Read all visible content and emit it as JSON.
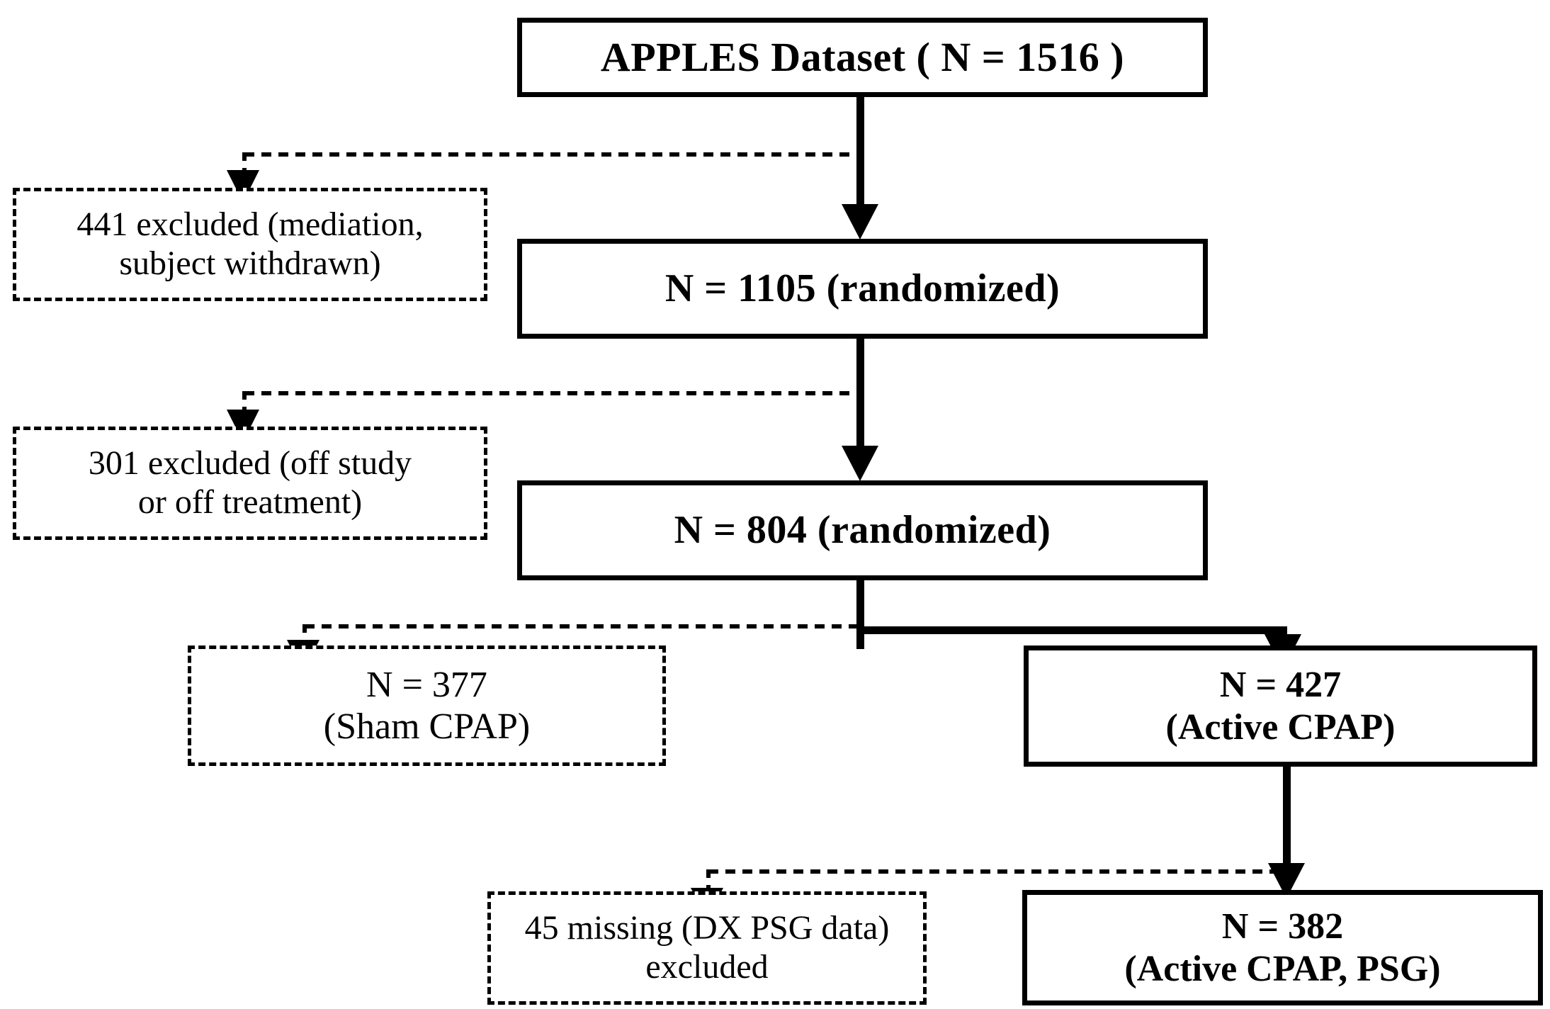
{
  "diagram": {
    "title": "APPLES Dataset participant flow",
    "type": "flowchart",
    "colors": {
      "background": "#ffffff",
      "stroke": "#000000",
      "text": "#000000"
    },
    "nodes": {
      "dataset": {
        "id": "dataset",
        "border": "solid",
        "emphasis": "bold",
        "line1": "APPLES Dataset ( N = 1516 )",
        "count": 1516
      },
      "excluded_441": {
        "id": "excluded-441",
        "border": "dashed",
        "emphasis": "normal",
        "line1": "441 excluded (mediation,",
        "line2": "subject withdrawn)",
        "count": 441
      },
      "randomized_1105": {
        "id": "randomized-1105",
        "border": "solid",
        "emphasis": "bold",
        "line1": "N = 1105 (randomized)",
        "count": 1105
      },
      "excluded_301": {
        "id": "excluded-301",
        "border": "dashed",
        "emphasis": "normal",
        "line1": "301 excluded (off study",
        "line2": "or off treatment)",
        "count": 301
      },
      "randomized_804": {
        "id": "randomized-804",
        "border": "solid",
        "emphasis": "bold",
        "line1": "N = 804 (randomized)",
        "count": 804
      },
      "sham_cpap": {
        "id": "sham-cpap",
        "border": "dashed",
        "emphasis": "normal",
        "line1": "N = 377",
        "line2": "(Sham CPAP)",
        "count": 377
      },
      "active_cpap": {
        "id": "active-cpap",
        "border": "solid",
        "emphasis": "bold",
        "line1": "N = 427",
        "line2": "(Active CPAP)",
        "count": 427
      },
      "missing_45": {
        "id": "missing-45",
        "border": "dashed",
        "emphasis": "normal",
        "line1": "45 missing (DX PSG data)",
        "line2": "excluded",
        "count": 45
      },
      "active_cpap_psg": {
        "id": "active-cpap-psg",
        "border": "solid",
        "emphasis": "bold",
        "line1": "N = 382",
        "line2": "(Active CPAP, PSG)",
        "count": 382
      }
    },
    "edges": [
      {
        "from": "dataset",
        "to": "randomized_1105",
        "style": "solid",
        "arrow": "filled-triangle"
      },
      {
        "from": "dataset",
        "to": "excluded_441",
        "style": "dashed",
        "arrow": "filled-triangle"
      },
      {
        "from": "randomized_1105",
        "to": "randomized_804",
        "style": "solid",
        "arrow": "filled-triangle"
      },
      {
        "from": "randomized_1105",
        "to": "excluded_301",
        "style": "dashed",
        "arrow": "filled-triangle"
      },
      {
        "from": "randomized_804",
        "to": "sham_cpap",
        "style": "dashed",
        "arrow": "filled-triangle"
      },
      {
        "from": "randomized_804",
        "to": "active_cpap",
        "style": "solid",
        "arrow": "filled-triangle"
      },
      {
        "from": "active_cpap",
        "to": "active_cpap_psg",
        "style": "solid",
        "arrow": "filled-triangle"
      },
      {
        "from": "active_cpap",
        "to": "missing_45",
        "style": "dashed",
        "arrow": "filled-triangle"
      }
    ]
  }
}
